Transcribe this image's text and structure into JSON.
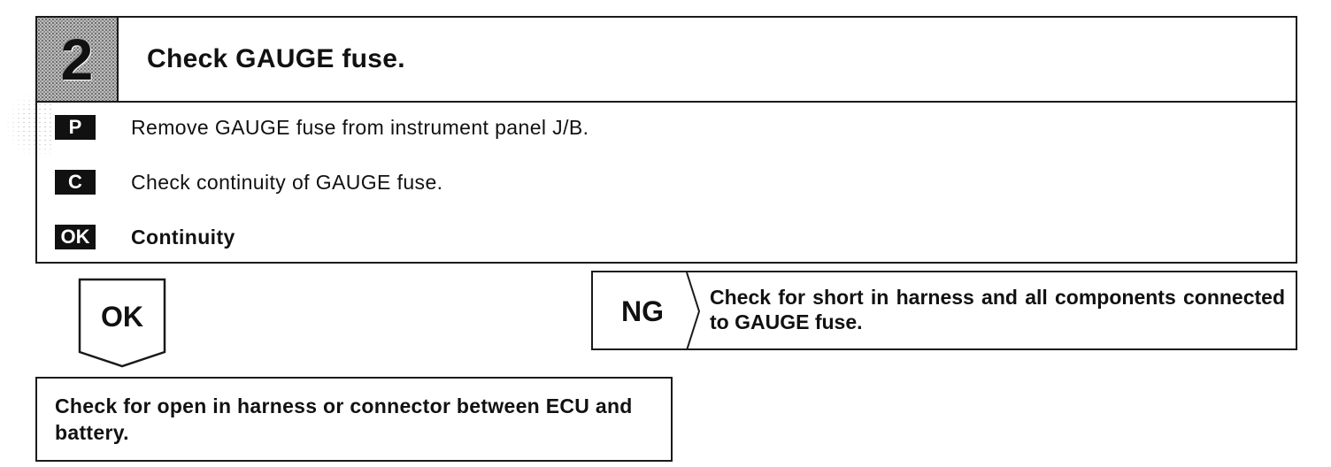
{
  "step": {
    "number": "2",
    "title": "Check GAUGE fuse."
  },
  "instructions": [
    {
      "icon": "P",
      "icon_name": "prepare-icon",
      "text": "Remove GAUGE fuse from instrument panel J/B."
    },
    {
      "icon": "C",
      "icon_name": "check-icon",
      "text": "Check continuity of GAUGE fuse."
    },
    {
      "icon": "OK",
      "icon_name": "ok-criteria-icon",
      "text": "Continuity"
    }
  ],
  "ok_branch": {
    "label": "OK",
    "result": "Check for open in harness or connector between ECU and battery."
  },
  "ng_branch": {
    "label": "NG",
    "result": "Check for short in harness and all components connected to GAUGE fuse."
  }
}
